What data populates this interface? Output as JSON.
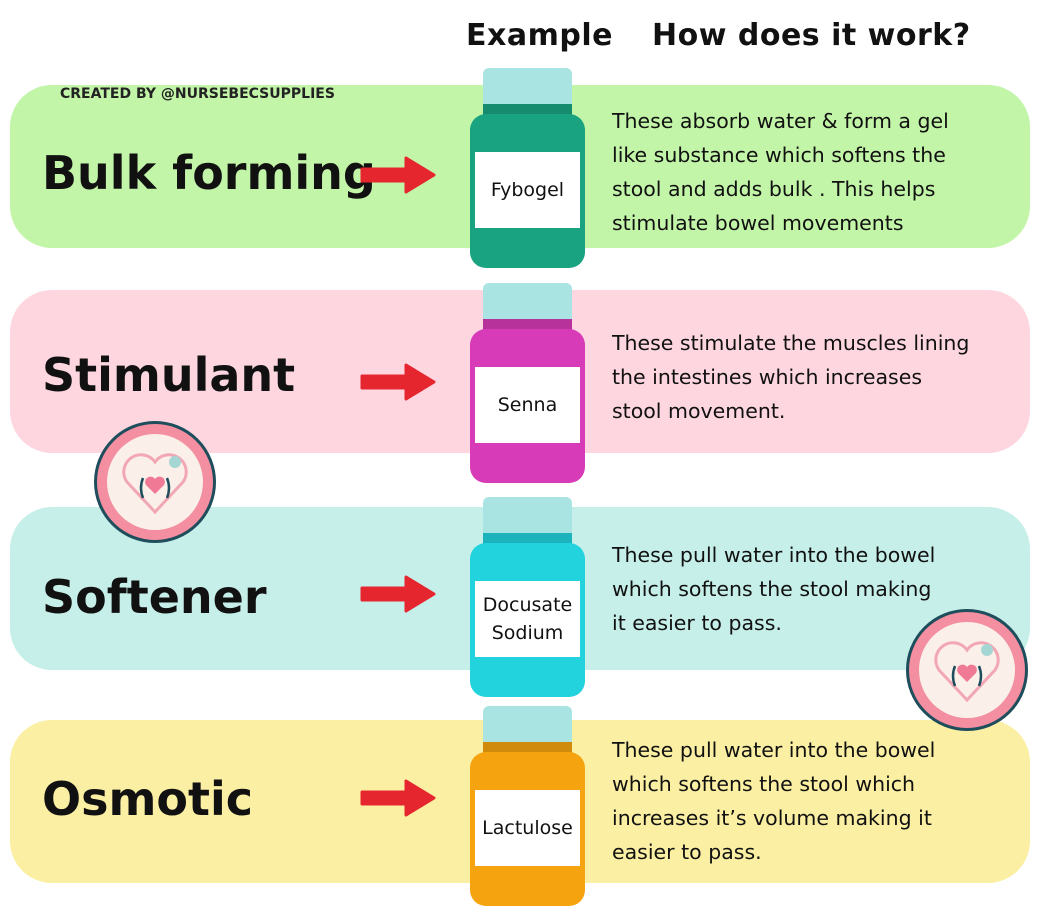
{
  "headers": {
    "example": "Example",
    "how": "How does it work?"
  },
  "credit": "CREATED BY @NURSEBECSUPPLIES",
  "colors": {
    "arrow": "#e5262f",
    "cap": "#a9e4e2"
  },
  "rows": [
    {
      "title": "Bulk forming",
      "example": "Fybogel",
      "band": "#c3f5a9",
      "bottle": "#1aa381",
      "lines": [
        "These absorb water & form a gel",
        "like substance which softens the",
        "stool and adds bulk . This helps",
        "stimulate bowel movements"
      ]
    },
    {
      "title": "Stimulant",
      "example": "Senna",
      "band": "#fdd6e0",
      "bottle": "#d83bb8",
      "lines": [
        "These stimulate the muscles lining",
        "the intestines which increases",
        "stool movement."
      ]
    },
    {
      "title": "Softener",
      "example": "Docusate Sodium",
      "band": "#c6efe9",
      "bottle": "#22d3dd",
      "lines": [
        "These pull water into the bowel",
        "which softens the stool making",
        "it easier to pass."
      ]
    },
    {
      "title": "Osmotic",
      "example": "Lactulose",
      "band": "#fbefa3",
      "bottle": "#f5a30f",
      "lines": [
        "These pull water into the bowel",
        "which softens the stool which",
        "increases it’s volume making it",
        "easier to pass."
      ]
    }
  ]
}
